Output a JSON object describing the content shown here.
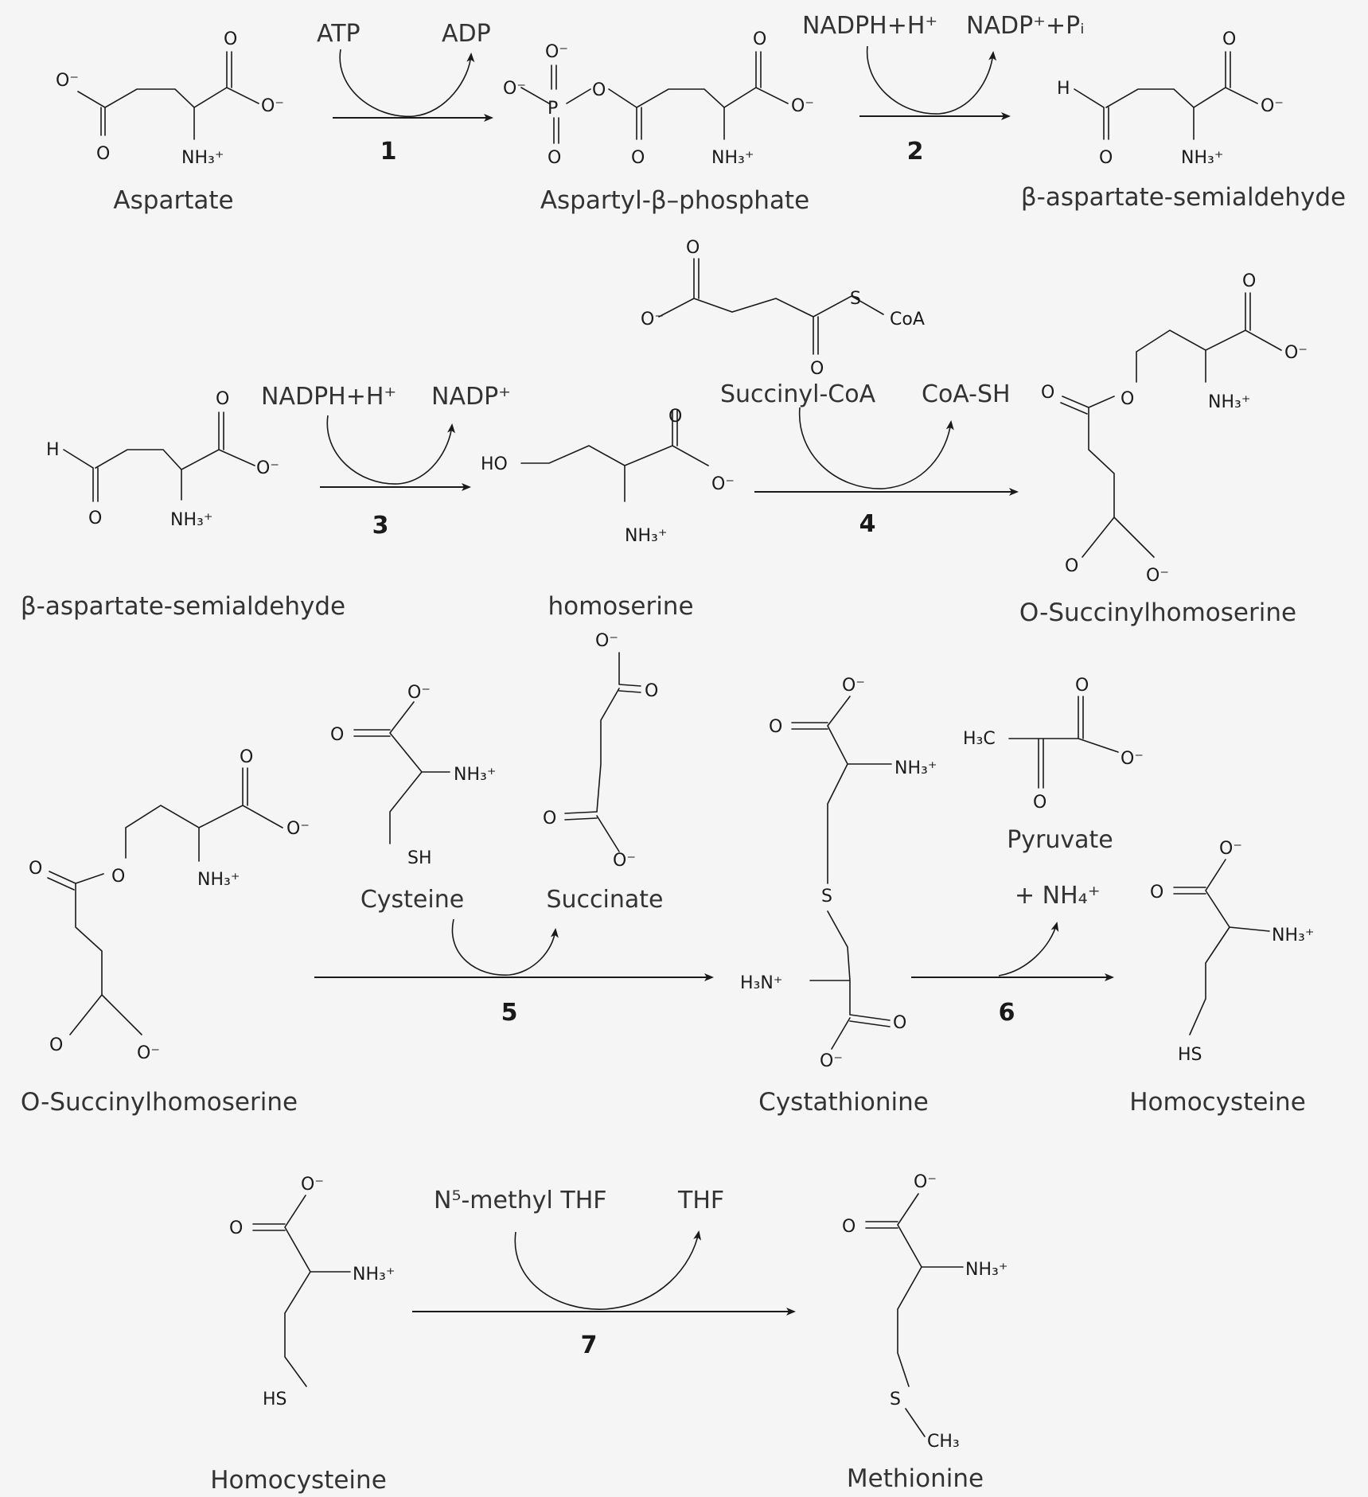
{
  "compounds": {
    "aspartate": "Aspartate",
    "aspartyl_phosphate": "Aspartyl-β–phosphate",
    "semialdehyde_1": "β-aspartate-semialdehyde",
    "semialdehyde_2": "β-aspartate-semialdehyde",
    "homoserine": "homoserine",
    "succinylhomoserine_1": "O-Succinylhomoserine",
    "succinylhomoserine_2": "O-Succinylhomoserine",
    "cystathionine": "Cystathionine",
    "homocysteine_1": "Homocysteine",
    "homocysteine_2": "Homocysteine",
    "methionine": "Methionine",
    "cysteine": "Cysteine",
    "succinate": "Succinate",
    "pyruvate": "Pyruvate",
    "succinyl_coa": "Succinyl-CoA"
  },
  "reagents": {
    "step1_in": "ATP",
    "step1_out": "ADP",
    "step2_in": "NADPH+H⁺",
    "step2_out": "NADP⁺+Pᵢ",
    "step3_in": "NADPH+H⁺",
    "step3_out": "NADP⁺",
    "step4_out": "CoA-SH",
    "step6_out": "+ NH₄⁺",
    "step7_in": "N⁵-methyl THF",
    "step7_out": "THF"
  },
  "steps": [
    "1",
    "2",
    "3",
    "4",
    "5",
    "6",
    "7"
  ],
  "atoms": {
    "O": "O",
    "O_minus": "O⁻",
    "H": "H",
    "HO": "HO",
    "S": "S",
    "SH": "SH",
    "HS": "HS",
    "P": "P",
    "CoA": "CoA",
    "NH3": "NH₃⁺",
    "H3N": "H₃N⁺",
    "H3C": "H₃C",
    "CH3": "CH₃"
  }
}
